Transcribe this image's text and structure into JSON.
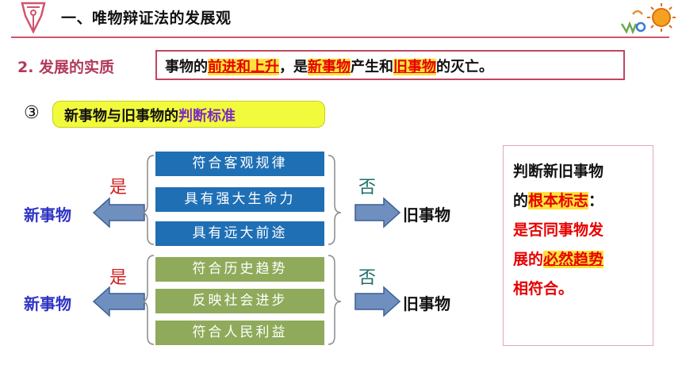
{
  "header": {
    "title": "一、唯物辩证法的发展观"
  },
  "section": {
    "label": "2. 发展的实质",
    "definition": {
      "p1": "事物的",
      "h1": "前进和上升",
      "p2": "，是",
      "h2": "新事物",
      "p3": "产生和",
      "h3": "旧事物",
      "p4": "的灭亡。"
    }
  },
  "criteria": {
    "number": "③",
    "title_main": "新事物与旧事物的",
    "title_highlight": "判断标准"
  },
  "labels": {
    "new": "新事物",
    "old": "旧事物",
    "yes": "是",
    "no": "否"
  },
  "group_blue": [
    "符合客观规律",
    "具有强大生命力",
    "具有远大前途"
  ],
  "group_green": [
    "符合历史趋势",
    "反映社会进步",
    "符合人民利益"
  ],
  "panel": {
    "line1": "判断新旧事物",
    "line2_pre": "的",
    "line2_hl": "根本标志",
    "line2_post": "：",
    "line3": "是否同事物发",
    "line4_pre": "展的",
    "line4_hl": "必然趋势",
    "line5": "相符合。"
  },
  "colors": {
    "accent": "#c2455f",
    "blue_box": "#1f6fb5",
    "green_box": "#8faa5a",
    "highlight_yellow": "#ffe23a",
    "new_text": "#2f34c4"
  }
}
